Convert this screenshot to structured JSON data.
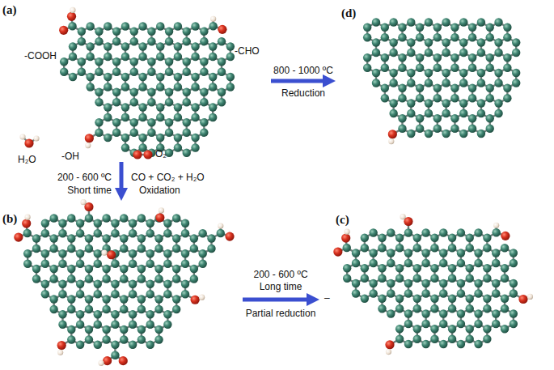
{
  "diagram": {
    "nodes": [
      {
        "text": [
          "(a)"
        ]
      },
      {
        "text": [
          "(d)"
        ]
      },
      {
        "text": [
          "(b)"
        ]
      },
      {
        "text": [
          "(c)"
        ]
      }
    ],
    "edges": [
      {
        "from": 0,
        "to": 1,
        "arrow": "to",
        "label": "800 - 1000 ºC"
      },
      {
        "from": 0,
        "to": 2,
        "arrow": "to",
        "label": "200 - 600 ºC"
      },
      {
        "from": 2,
        "to": 3,
        "arrow": "to",
        "label": "200 - 600 ºC"
      }
    ],
    "labels": [
      "-COOH",
      "-CHO",
      "H₂O",
      "-OH",
      "O₂",
      "Short time",
      "CO + CO₂ + H₂O",
      "Oxidation",
      "Reduction",
      "Long time",
      "Partial reduction",
      "–"
    ]
  }
}
